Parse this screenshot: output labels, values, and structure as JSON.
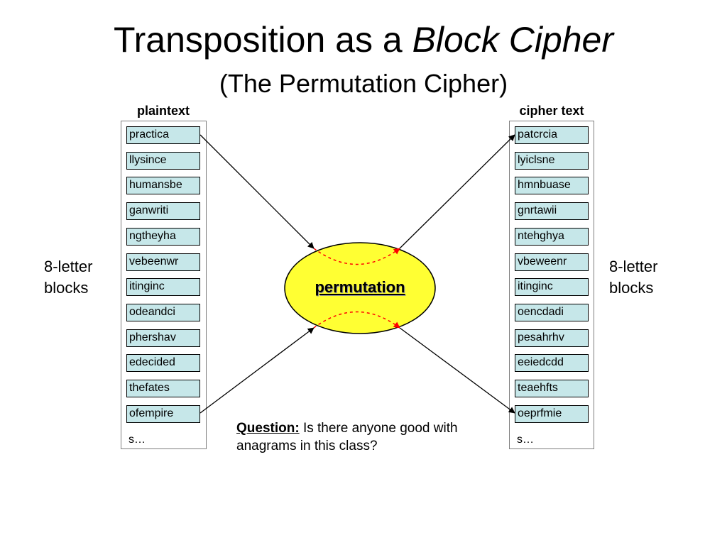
{
  "title": {
    "main": "Transposition as a ",
    "emph": "Block Cipher"
  },
  "subtitle": "(The Permutation Cipher)",
  "plaintext": {
    "header": "plaintext",
    "blocks": [
      "practica",
      "llysince",
      "humansbe",
      "ganwriti",
      "ngtheyha",
      "vebeenwr",
      "itinginc",
      "odeandci",
      "phershav",
      "edecided",
      "thefates",
      "ofempire"
    ],
    "tail": "s…"
  },
  "ciphertext": {
    "header": "cipher text",
    "blocks": [
      "patcrcia",
      "lyiclsne",
      "hmnbuase",
      "gnrtawii",
      "ntehghya",
      "vbeweenr",
      "itinginc",
      "oencdadi",
      "pesahrhv",
      "eeiedcdd",
      "teaehfts",
      "oeprfmie"
    ],
    "tail": "s…"
  },
  "side_labels": {
    "left": [
      "8-letter",
      "blocks"
    ],
    "right": [
      "8-letter",
      "blocks"
    ]
  },
  "permutation_label": "permutation",
  "question": {
    "lead": "Question:",
    "body": " Is there anyone good with anagrams in this class?"
  },
  "colors": {
    "ellipse_fill": "#ffff33",
    "block_fill": "#c6e7e9",
    "dashed_arc": "#ff0000"
  }
}
